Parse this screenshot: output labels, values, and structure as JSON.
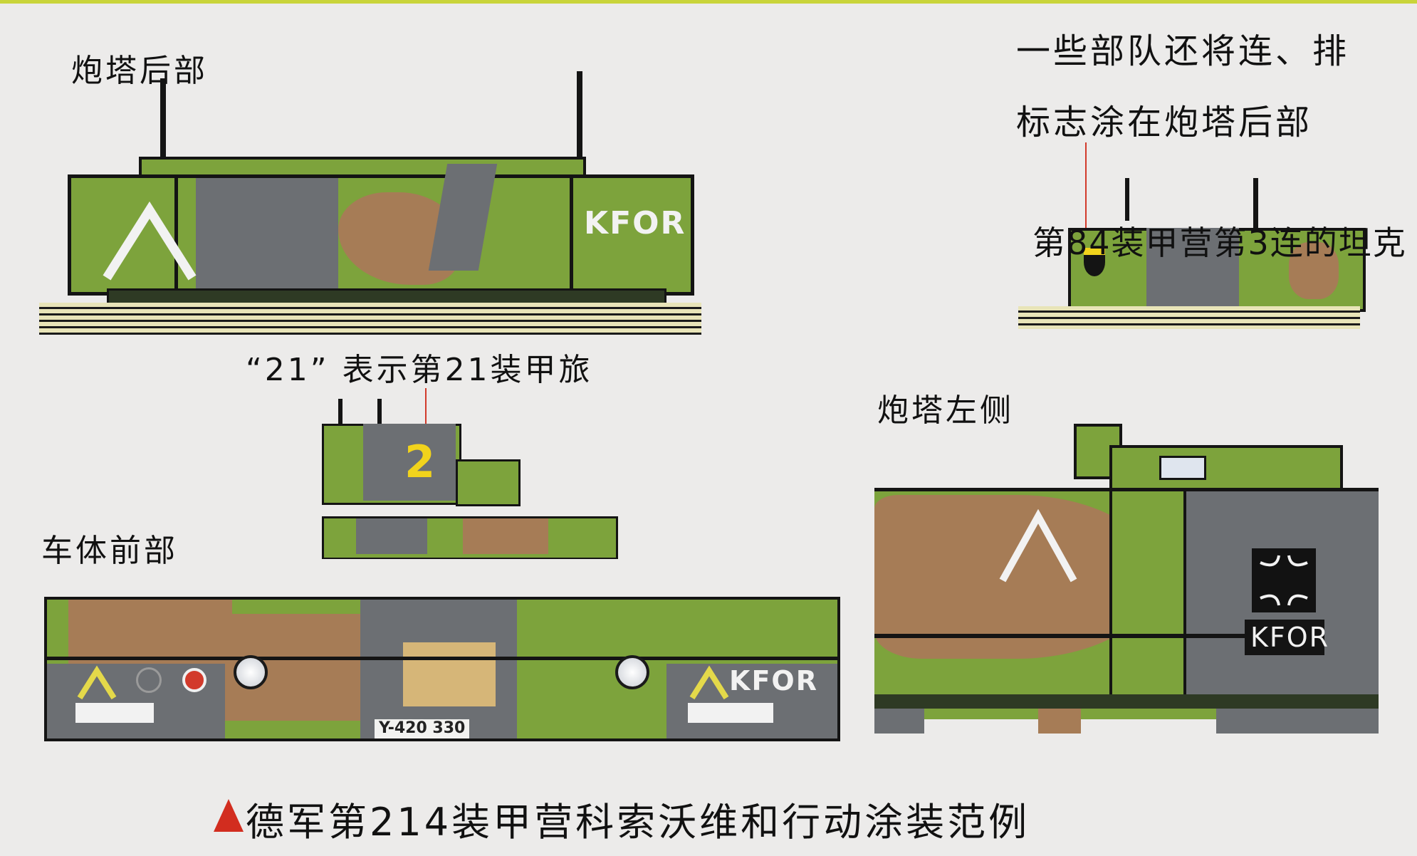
{
  "page": {
    "caption": "德军第214装甲营科索沃维和行动涂装范例",
    "caption_marker_color": "#d22d1f",
    "top_band_color": "#c9d43a"
  },
  "panels": {
    "turret_rear": {
      "label": "炮塔后部",
      "marking_text": "KFOR",
      "chevron_color": "#f2f2f2"
    },
    "turret_rear_small": {
      "note_line1": "一些部队还将连、排",
      "note_line2": "标志涂在炮塔后部",
      "overlay_text": "第84装甲营第3连的坦克"
    },
    "brigade_insignia": {
      "label": "“21” 表示第21装甲旅",
      "symbol": "2",
      "symbol_color": "#f1d31c"
    },
    "hull_front": {
      "label": "车体前部",
      "marking_text": "KFOR",
      "chevron_color": "#e4d94a",
      "plate_text": "Y-420 330"
    },
    "turret_left": {
      "label": "炮塔左侧",
      "marking_text": "KFOR",
      "emblem": "iron-cross"
    }
  },
  "colors": {
    "camo_green": "#7da33c",
    "camo_brown": "#a67c56",
    "camo_grey": "#6c6f73",
    "outline": "#141414",
    "paper": "#ecebea"
  }
}
